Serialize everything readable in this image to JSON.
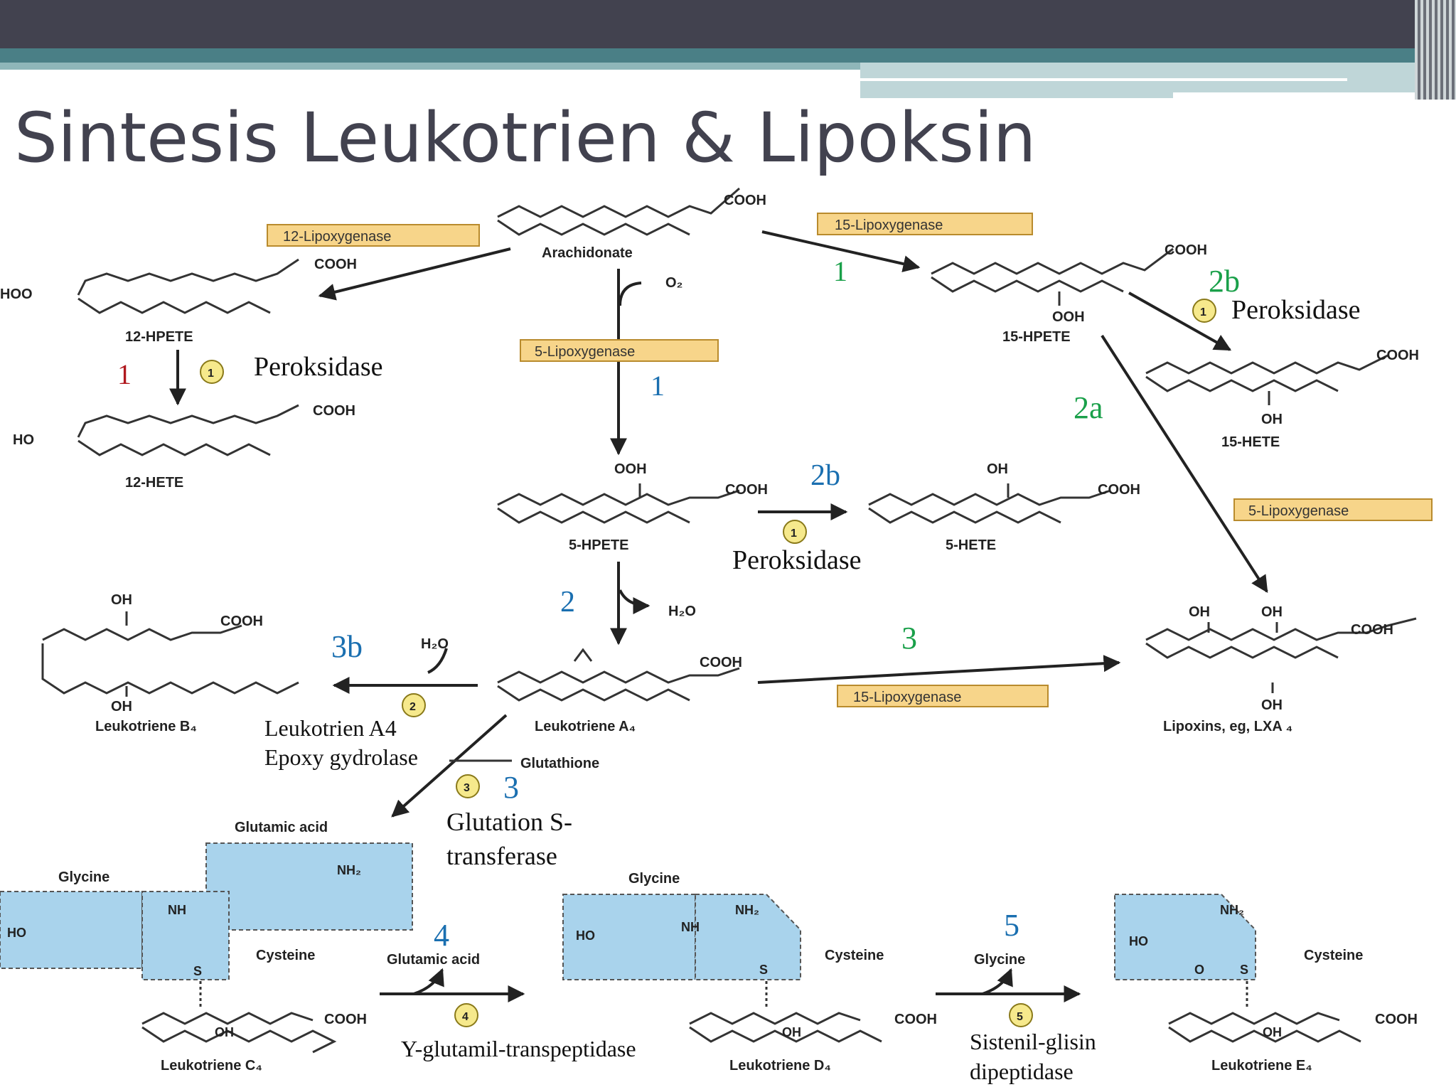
{
  "slide": {
    "title": "Sintesis Leukotrien & Lipoksin"
  },
  "compounds": {
    "arachidonate": "Arachidonate",
    "hpete12": "12-HPETE",
    "hete12": "12-HETE",
    "hpete5": "5-HPETE",
    "hete5": "5-HETE",
    "hpete15": "15-HPETE",
    "hete15": "15-HETE",
    "lta4": "Leukotriene A₄",
    "ltb4": "Leukotriene B₄",
    "lipoxins": "Lipoxins, eg, LXA ₄",
    "ltc4": "Leukotriene C₄",
    "ltd4": "Leukotriene D₄",
    "lte4": "Leukotriene E₄"
  },
  "groups": {
    "cooh": "COOH",
    "ooh": "OOH",
    "oh": "OH",
    "hoo": "HOO",
    "ho": "HO",
    "o2": "O₂",
    "h2o": "H₂O",
    "glutathione": "Glutathione",
    "glutamic_acid": "Glutamic acid",
    "glycine": "Glycine",
    "cysteine": "Cysteine",
    "nh": "NH",
    "nh2": "NH₂",
    "o": "O",
    "s": "S"
  },
  "enzymes": {
    "lox12": "12-Lipoxygenase",
    "lox15": "15-Lipoxygenase",
    "lox5": "5-Lipoxygenase",
    "lox5b": "5-Lipoxygenase",
    "lox15b": "15-Lipoxygenase"
  },
  "labels": {
    "peroksidase_a": "Peroksidase",
    "peroksidase_b": "Peroksidase",
    "peroksidase_c": "Peroksidase",
    "lta4_hydrolase_1": "Leukotrien A4",
    "lta4_hydrolase_2": "Epoxy gydrolase",
    "gst_1": "Glutation S-",
    "gst_2": "transferase",
    "ggt": "Y-glutamil-transpeptidase",
    "dipep_1": "Sistenil-glisin",
    "dipep_2": "dipeptidase"
  },
  "step_numbers": {
    "red_1": "1",
    "blue_1": "1",
    "blue_2b": "2b",
    "blue_2": "2",
    "blue_3b": "3b",
    "blue_3": "3",
    "blue_4": "4",
    "blue_5": "5",
    "green_1": "1",
    "green_2b": "2b",
    "green_2a": "2a",
    "green_3": "3"
  },
  "circle_numbers": {
    "c1a": "1",
    "c1b": "1",
    "c1c": "1",
    "c2": "2",
    "c3": "3",
    "c4": "4",
    "c5": "5"
  },
  "colors": {
    "step_blue": "#1a6fb0",
    "step_green": "#1aa04a",
    "step_red": "#b0181e",
    "enzyme_box": "#f7d58a",
    "peptide_box": "#a9d3ec",
    "title_text": "#42424f"
  }
}
